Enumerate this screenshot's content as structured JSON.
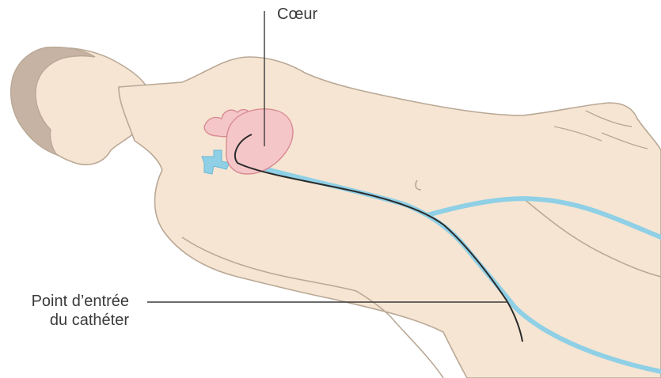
{
  "labels": {
    "heart": "Cœur",
    "entry_point_line1": "Point d’entrée",
    "entry_point_line2": "du cathéter"
  },
  "colors": {
    "skin": "#f6e5d2",
    "outline": "#b9a896",
    "hair": "#c6b3a4",
    "heart": "#f4c6c8",
    "heart_outline": "#d88b93",
    "vein": "#8fd0e6",
    "catheter": "#2b2b2b",
    "leader_line": "#3a3a3a"
  }
}
